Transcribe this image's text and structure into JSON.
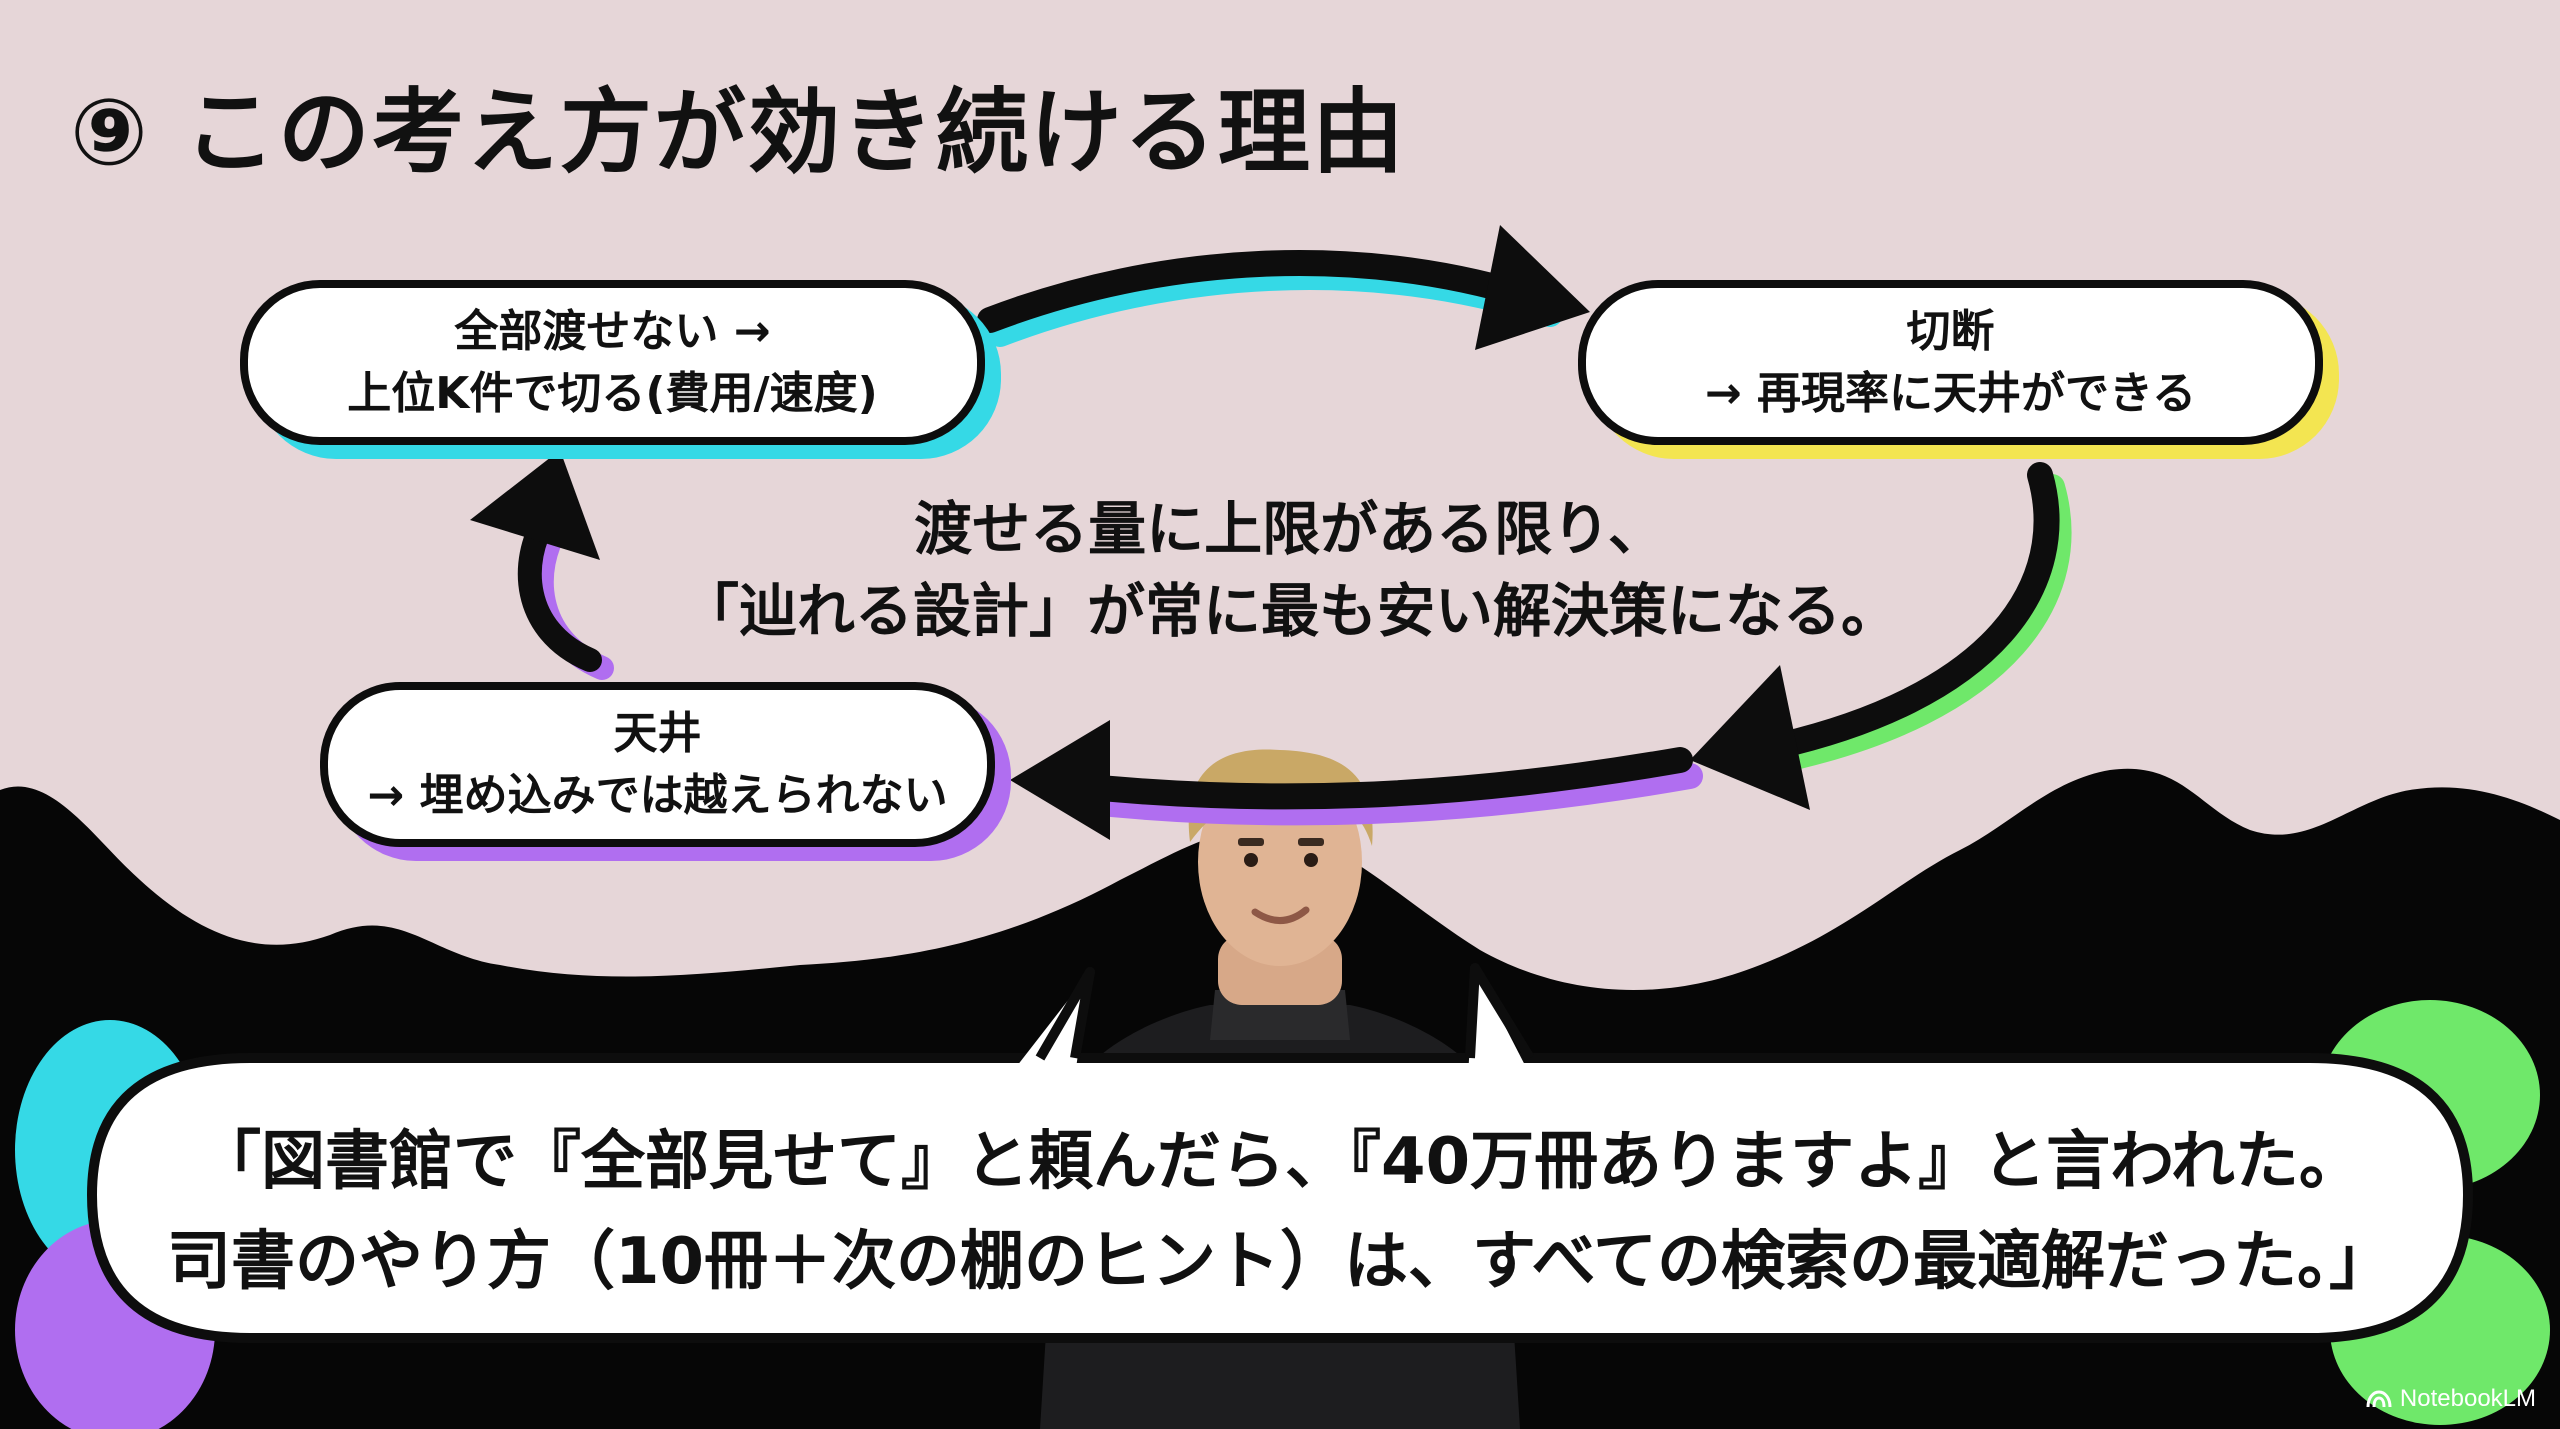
{
  "slide": {
    "title": "⑨ この考え方が効き続ける理由"
  },
  "cycle": {
    "node_a": {
      "line1": "全部渡せない →",
      "line2": "上位K件で切る(費用/速度)"
    },
    "node_b": {
      "line1": "切断",
      "line2": "→ 再現率に天井ができる"
    },
    "node_c": {
      "line1": "天井",
      "line2": "→ 埋め込みでは越えられない"
    },
    "center": {
      "line1": "渡せる量に上限がある限り、",
      "line2": "「辿れる設計」が常に最も安い解決策になる。"
    }
  },
  "quote": {
    "line1": "「図書館で『全部見せて』と頼んだら、『40万冊ありますよ』と言われた。",
    "line2": "司書のやり方（10冊＋次の棚のヒント）は、すべての検索の最適解だった。」"
  },
  "branding": {
    "label": "NotebookLM"
  },
  "colors": {
    "background": "#e6d6d8",
    "cyan": "#35d9e6",
    "yellow": "#f3e551",
    "green": "#6fe86a",
    "purple": "#b06ef0",
    "ink": "#0d0d0d"
  }
}
